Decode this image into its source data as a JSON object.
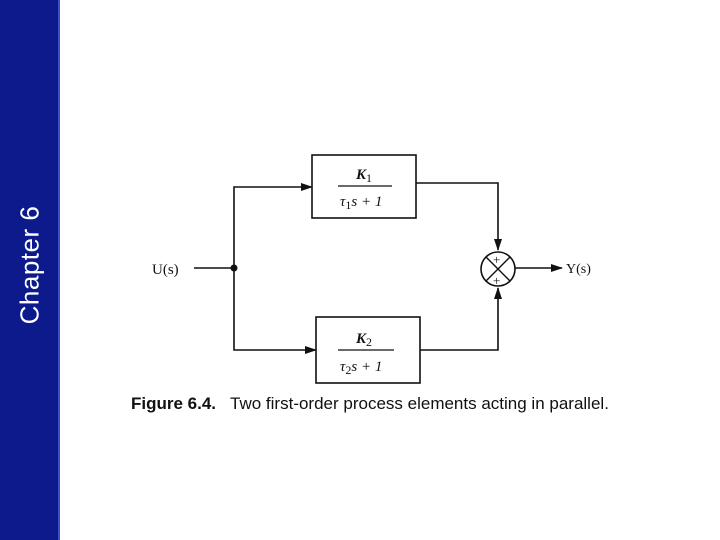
{
  "sidebar": {
    "title": "Chapter 6",
    "bg_color": "#0c1a8c"
  },
  "diagram": {
    "input_label": "U(s)",
    "output_label": "Y(s)",
    "block1": {
      "gain": "K1",
      "tau": "τ1",
      "den_tail": "s + 1"
    },
    "block2": {
      "gain": "K2",
      "tau": "τ2",
      "den_tail": "s + 1"
    },
    "summer": {
      "top_sign": "+",
      "bottom_sign": "+"
    }
  },
  "caption": {
    "number": "Figure 6.4.",
    "text": "Two first-order process elements acting in parallel."
  }
}
